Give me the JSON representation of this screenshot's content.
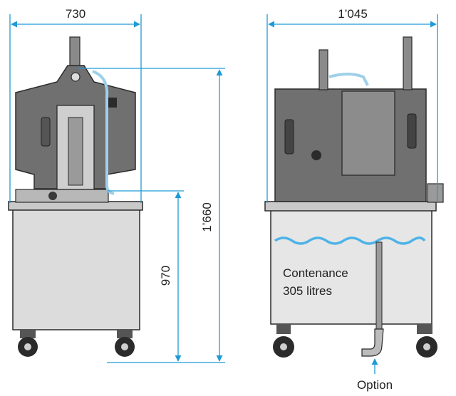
{
  "dimensions": {
    "width_front": "730",
    "width_side": "1’045",
    "height_total": "1’660",
    "height_table": "970"
  },
  "tank_label": {
    "line1": "Contenance",
    "line2": "305 litres"
  },
  "option_label": "Option",
  "colors": {
    "dimension_line": "#1e9ad6",
    "machine_body": "#6f6f6f",
    "cabinet": "#d9d9d9",
    "outline": "#2b2b2b",
    "water": "#4fb3e8"
  }
}
